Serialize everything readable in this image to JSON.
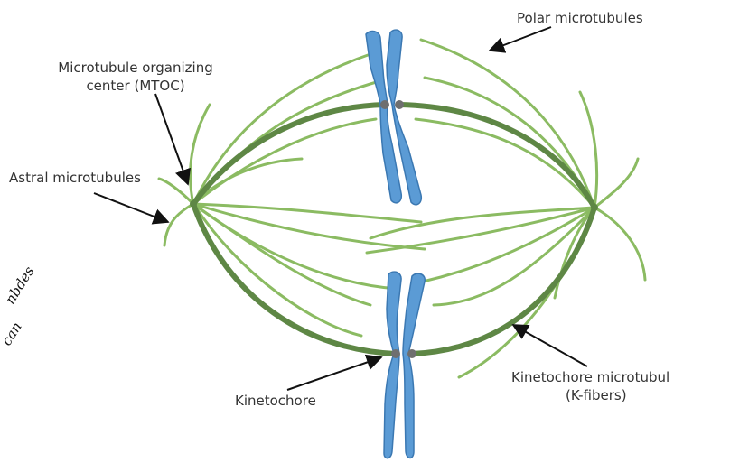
{
  "diagram": {
    "labels": {
      "polar": "Polar microtubules",
      "mtoc_line1": "Microtubule organizing",
      "mtoc_line2": "center (MTOC)",
      "astral": "Astral microtubules",
      "kinetochore": "Kinetochore",
      "kfiber_line1": "Kinetochore microtubul",
      "kfiber_line2": "(K-fibers)"
    },
    "handwriting": {
      "line1": "nbdes",
      "line2": "can"
    },
    "colors": {
      "light_green": "#8bbb62",
      "dark_green": "#5e8745",
      "chromosome_fill": "#5b9bd5",
      "chromosome_stroke": "#3b78b2",
      "kinetochore": "#6f6f6f",
      "text": "#333333",
      "arrow": "#111111"
    }
  }
}
